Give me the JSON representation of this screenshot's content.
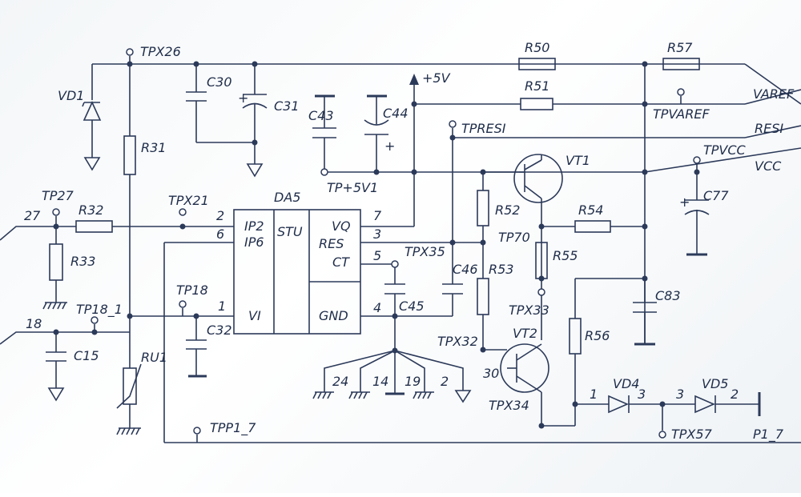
{
  "labels": {
    "TPX26": "TPX26",
    "VD1": "VD1",
    "C30": "C30",
    "C31": "C31",
    "R31": "R31",
    "TP27": "TP27",
    "R32": "R32",
    "R33": "R33",
    "TPX21": "TPX21",
    "DA5": "DA5",
    "TP18": "TP18",
    "TP18_1": "TP18_1",
    "C32": "C32",
    "C15": "C15",
    "RU1": "RU1",
    "TPP1_7": "TPP1_7",
    "plus5V": "+5V",
    "C43": "C43",
    "C44": "C44",
    "TP5V1": "TP+5V1",
    "TPRESI": "TPRESI",
    "R50": "R50",
    "R51": "R51",
    "R57": "R57",
    "TPVAREF": "TPVAREF",
    "VAREF": "VAREF",
    "RESI": "RESI",
    "TPVCC": "TPVCC",
    "VCC": "VCC",
    "VT1": "VT1",
    "R52": "R52",
    "TP70": "TP70",
    "R54": "R54",
    "C77": "C77",
    "R55": "R55",
    "TPX35": "TPX35",
    "C46": "C46",
    "R53": "R53",
    "C45": "C45",
    "C83": "C83",
    "TPX33": "TPX33",
    "TPX32": "TPX32",
    "VT2": "VT2",
    "R56": "R56",
    "TPX34": "TPX34",
    "VD4": "VD4",
    "VD5": "VD5",
    "TPX57": "TPX57",
    "P1_7": "P1_7",
    "net27": "27",
    "net18": "18",
    "net30": "30"
  },
  "ic": {
    "left_pins": [
      "IP2",
      "IP6",
      "VI"
    ],
    "center": "STU",
    "right_pins": [
      "VQ",
      "RES",
      "CT"
    ],
    "gnd": "GND",
    "pin_numbers": {
      "p2": "2",
      "p6": "6",
      "p1": "1",
      "p7": "7",
      "p3": "3",
      "p5": "5",
      "p4": "4"
    }
  },
  "ground_fan": [
    "24",
    "14",
    "19",
    "2"
  ],
  "diode_pins": {
    "vd4_a": "1",
    "vd4_k": "3",
    "vd5_a": "3",
    "vd5_k": "2"
  },
  "polarity": {
    "c31": "+",
    "c44": "+",
    "c77": "+"
  }
}
